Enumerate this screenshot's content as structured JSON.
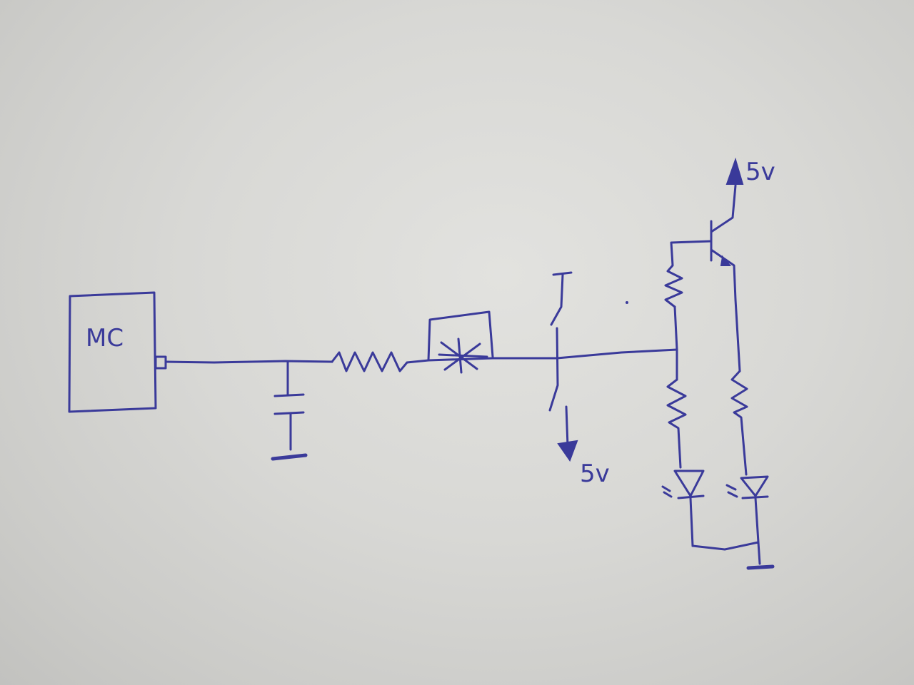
{
  "diagram": {
    "mc_label": "MC",
    "switch_supply_label": "5v",
    "transistor_supply_label": "5v"
  },
  "colors": {
    "ink": "#3a3a9a",
    "paper": "#dcdcd9"
  },
  "components": [
    "microcontroller",
    "capacitor",
    "resistor",
    "crystal-element",
    "switch",
    "resistor",
    "transistor",
    "resistor",
    "resistor",
    "led",
    "led",
    "ground"
  ]
}
